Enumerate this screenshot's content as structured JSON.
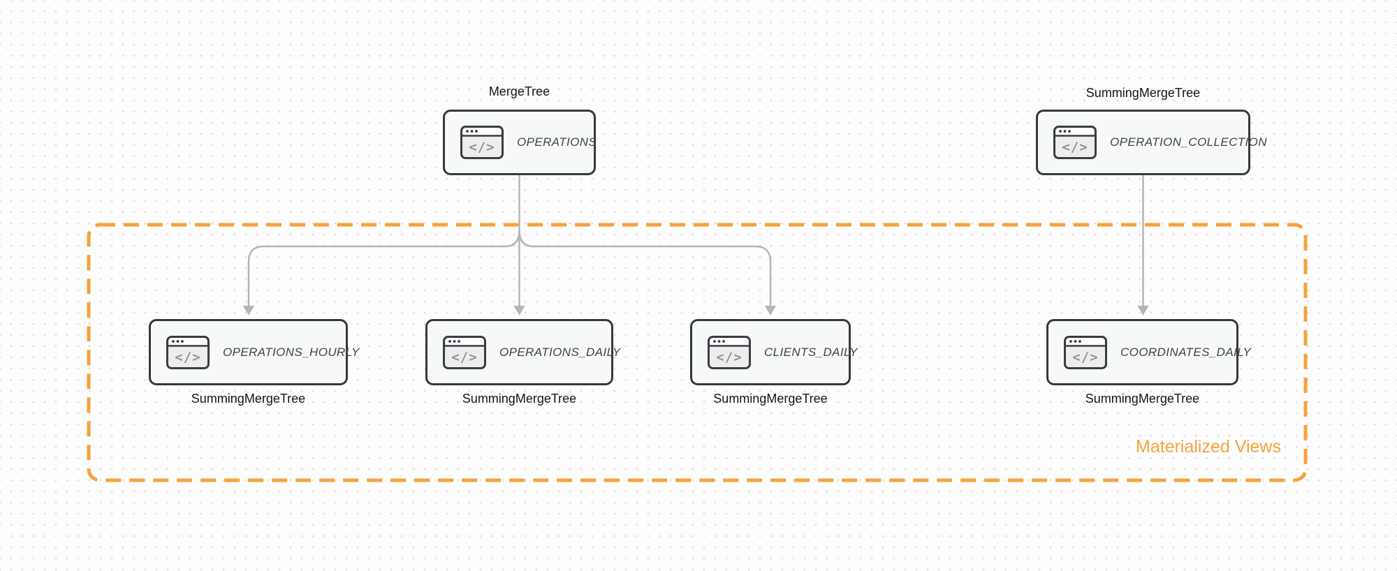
{
  "diagram": {
    "group_label": "Materialized Views",
    "colors": {
      "accent_orange": "#f8a23b",
      "node_border": "#34393e",
      "node_fill": "#f7f8f8",
      "arrow_gray": "#b3b5b7",
      "engine_text": "#141517",
      "node_text": "#3f4449",
      "dot_grid": "#e0e0e5"
    },
    "icons": {
      "node_icon": "code-window-icon",
      "glyph": "</>"
    },
    "nodes": [
      {
        "id": "operations",
        "label": "OPERATIONS",
        "engine": "MergeTree",
        "engine_position": "above"
      },
      {
        "id": "operation_collection",
        "label": "OPERATION_COLLECTION",
        "engine": "SummingMergeTree",
        "engine_position": "above"
      },
      {
        "id": "operations_hourly",
        "label": "OPERATIONS_HOURLY",
        "engine": "SummingMergeTree",
        "engine_position": "below"
      },
      {
        "id": "operations_daily",
        "label": "OPERATIONS_DAILY",
        "engine": "SummingMergeTree",
        "engine_position": "below"
      },
      {
        "id": "clients_daily",
        "label": "CLIENTS_DAILY",
        "engine": "SummingMergeTree",
        "engine_position": "below"
      },
      {
        "id": "coordinates_daily",
        "label": "COORDINATES_DAILY",
        "engine": "SummingMergeTree",
        "engine_position": "below"
      }
    ],
    "edges": [
      {
        "from": "OPERATIONS",
        "to": "OPERATIONS_HOURLY"
      },
      {
        "from": "OPERATIONS",
        "to": "OPERATIONS_DAILY"
      },
      {
        "from": "OPERATIONS",
        "to": "CLIENTS_DAILY"
      },
      {
        "from": "OPERATION_COLLECTION",
        "to": "COORDINATES_DAILY"
      }
    ]
  }
}
